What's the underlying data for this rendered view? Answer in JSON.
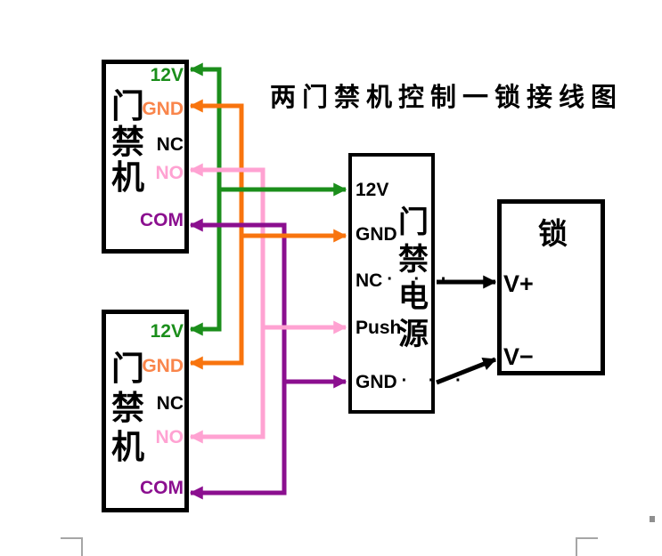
{
  "title": "两门禁机控制一锁接线图",
  "reader_top": {
    "name_chars": [
      "门",
      "禁",
      "机"
    ],
    "terminals": [
      {
        "label": "12V",
        "color": "#1b8e1b"
      },
      {
        "label": "GND",
        "color": "#f9854b"
      },
      {
        "label": "NC",
        "color": "#000000"
      },
      {
        "label": "NO",
        "color": "#ffa2d2"
      },
      {
        "label": "COM",
        "color": "#8b0f8f"
      }
    ]
  },
  "reader_bottom": {
    "name_chars": [
      "门",
      "禁",
      "机"
    ],
    "terminals": [
      {
        "label": "12V",
        "color": "#1b8e1b"
      },
      {
        "label": "GND",
        "color": "#f9854b"
      },
      {
        "label": "NC",
        "color": "#000000"
      },
      {
        "label": "NO",
        "color": "#ffa2d2"
      },
      {
        "label": "COM",
        "color": "#8b0f8f"
      }
    ]
  },
  "power_supply": {
    "name_chars": [
      "门",
      "禁",
      "电",
      "源"
    ],
    "terminals": [
      {
        "label": "12V",
        "dots": ""
      },
      {
        "label": "GND",
        "dots": ""
      },
      {
        "label": "NC",
        "dots": "· · ·"
      },
      {
        "label": "Push",
        "dots": ""
      },
      {
        "label": "GND",
        "dots": "· · ·"
      }
    ]
  },
  "lock": {
    "name": "锁",
    "terminals": [
      {
        "label": "V+"
      },
      {
        "label": "V−"
      }
    ]
  },
  "wire_colors": {
    "green": "#1b8e1b",
    "orange": "#f8740e",
    "pink": "#ffa2d2",
    "purple": "#8b0f8f",
    "black": "#000000"
  },
  "page_mark_color": "#a6a6a6"
}
